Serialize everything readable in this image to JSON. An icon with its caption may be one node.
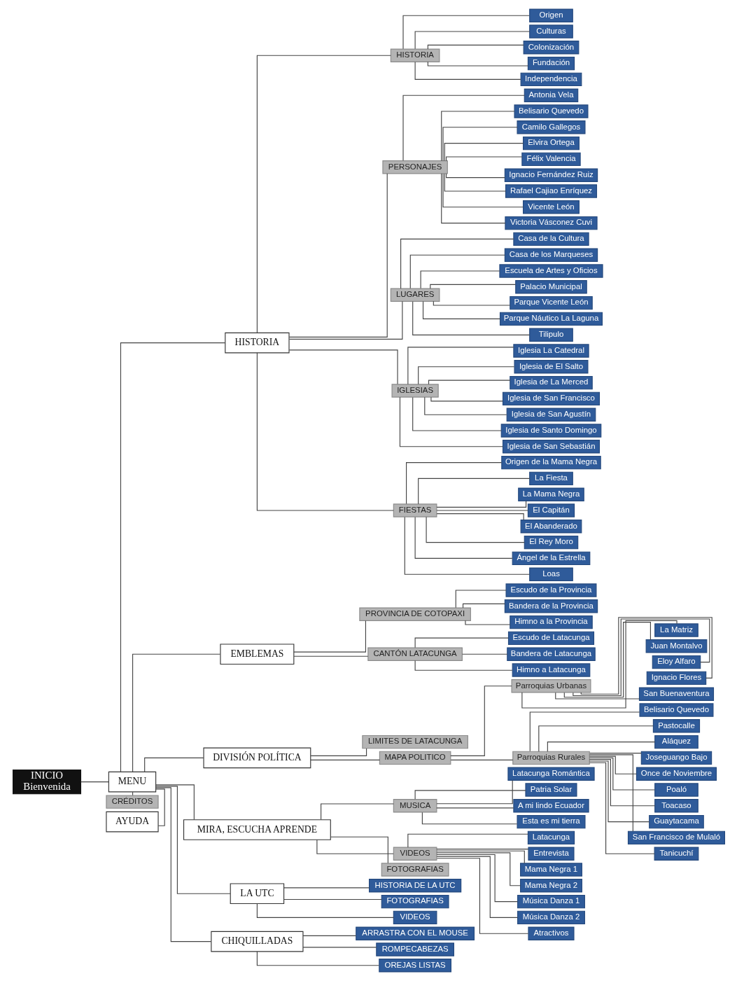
{
  "diagram": {
    "nodes": [
      {
        "text": [
          "INICIO",
          "Bienvenida"
        ]
      },
      {
        "text": [
          "AYUDA"
        ]
      },
      {
        "text": [
          "MENU"
        ]
      },
      {
        "text": [
          "CRÉDITOS"
        ]
      },
      {
        "text": [
          "HISTORIA"
        ]
      },
      {
        "text": [
          "HISTORIA"
        ]
      },
      {
        "text": [
          "Origen"
        ]
      },
      {
        "text": [
          "Culturas"
        ]
      },
      {
        "text": [
          "Colonización"
        ]
      },
      {
        "text": [
          "Fundación"
        ]
      },
      {
        "text": [
          "Independencia"
        ]
      },
      {
        "text": [
          "PERSONAJES"
        ]
      },
      {
        "text": [
          "Antonia Vela"
        ]
      },
      {
        "text": [
          "Belisario Quevedo"
        ]
      },
      {
        "text": [
          "Camilo Gallegos"
        ]
      },
      {
        "text": [
          "Elvira Ortega"
        ]
      },
      {
        "text": [
          "Félix Valencia"
        ]
      },
      {
        "text": [
          "Ignacio Fernández Ruiz"
        ]
      },
      {
        "text": [
          "Rafael Cajiao Enríquez"
        ]
      },
      {
        "text": [
          "Vicente León"
        ]
      },
      {
        "text": [
          "Victoria Vásconez Cuvi"
        ]
      },
      {
        "text": [
          "LUGARES"
        ]
      },
      {
        "text": [
          "Casa de la Cultura"
        ]
      },
      {
        "text": [
          "Casa de los Marqueses"
        ]
      },
      {
        "text": [
          "Escuela de Artes y Oficios"
        ]
      },
      {
        "text": [
          "Palacio Municipal"
        ]
      },
      {
        "text": [
          "Parque Vicente León"
        ]
      },
      {
        "text": [
          "Parque Náutico La Laguna"
        ]
      },
      {
        "text": [
          "Tilipulo"
        ]
      },
      {
        "text": [
          "IGLESIAS"
        ]
      },
      {
        "text": [
          "Iglesia La Catedral"
        ]
      },
      {
        "text": [
          "Iglesia de El Salto"
        ]
      },
      {
        "text": [
          "Iglesia de La Merced"
        ]
      },
      {
        "text": [
          "Iglesia de San Francisco"
        ]
      },
      {
        "text": [
          "Iglesia de San Agustín"
        ]
      },
      {
        "text": [
          "Iglesia de Santo Domingo"
        ]
      },
      {
        "text": [
          "Iglesia de San Sebastián"
        ]
      },
      {
        "text": [
          "FIESTAS"
        ]
      },
      {
        "text": [
          "Origen de la Mama Negra"
        ]
      },
      {
        "text": [
          "La Fiesta"
        ]
      },
      {
        "text": [
          "La Mama Negra"
        ]
      },
      {
        "text": [
          "El Capitán"
        ]
      },
      {
        "text": [
          "El Abanderado"
        ]
      },
      {
        "text": [
          "El Rey Moro"
        ]
      },
      {
        "text": [
          "Ángel de la Estrella"
        ]
      },
      {
        "text": [
          "Loas"
        ]
      },
      {
        "text": [
          "EMBLEMAS"
        ]
      },
      {
        "text": [
          "PROVINCIA DE COTOPAXI"
        ]
      },
      {
        "text": [
          "Escudo de la Provincia"
        ]
      },
      {
        "text": [
          "Bandera de la Provincia"
        ]
      },
      {
        "text": [
          "Himno a la Provincia"
        ]
      },
      {
        "text": [
          "CANTÓN LATACUNGA"
        ]
      },
      {
        "text": [
          "Escudo de Latacunga"
        ]
      },
      {
        "text": [
          "Bandera de Latacunga"
        ]
      },
      {
        "text": [
          "Himno a Latacunga"
        ]
      },
      {
        "text": [
          "DIVISIÓN POLÍTICA"
        ]
      },
      {
        "text": [
          "LIMITES DE LATACUNGA"
        ]
      },
      {
        "text": [
          "MAPA POLITICO"
        ]
      },
      {
        "text": [
          "Parroquias Urbanas"
        ]
      },
      {
        "text": [
          "La Matriz"
        ]
      },
      {
        "text": [
          "Juan Montalvo"
        ]
      },
      {
        "text": [
          "Eloy Alfaro"
        ]
      },
      {
        "text": [
          "Ignacio Flores"
        ]
      },
      {
        "text": [
          "San Buenaventura"
        ]
      },
      {
        "text": [
          "Parroquias Rurales"
        ]
      },
      {
        "text": [
          "Belisario Quevedo"
        ]
      },
      {
        "text": [
          "Pastocalle"
        ]
      },
      {
        "text": [
          "Aláquez"
        ]
      },
      {
        "text": [
          "Joseguango Bajo"
        ]
      },
      {
        "text": [
          "Once de Noviembre"
        ]
      },
      {
        "text": [
          "Poaló"
        ]
      },
      {
        "text": [
          "Toacaso"
        ]
      },
      {
        "text": [
          "Guaytacama"
        ]
      },
      {
        "text": [
          "San Francisco de Mulaló"
        ]
      },
      {
        "text": [
          "Tanicuchí"
        ]
      },
      {
        "text": [
          "MIRA, ESCUCHA APRENDE"
        ]
      },
      {
        "text": [
          "MUSICA"
        ]
      },
      {
        "text": [
          "Latacunga Romántica"
        ]
      },
      {
        "text": [
          "Patria Solar"
        ]
      },
      {
        "text": [
          "A mi lindo Ecuador"
        ]
      },
      {
        "text": [
          "Esta es mi tierra"
        ]
      },
      {
        "text": [
          "VIDEOS"
        ]
      },
      {
        "text": [
          "Latacunga"
        ]
      },
      {
        "text": [
          "Entrevista"
        ]
      },
      {
        "text": [
          "Mama Negra 1"
        ]
      },
      {
        "text": [
          "Mama Negra 2"
        ]
      },
      {
        "text": [
          "Música Danza 1"
        ]
      },
      {
        "text": [
          "Música Danza 2"
        ]
      },
      {
        "text": [
          "Atractivos"
        ]
      },
      {
        "text": [
          "FOTOGRAFIAS"
        ]
      },
      {
        "text": [
          "LA UTC"
        ]
      },
      {
        "text": [
          "HISTORIA DE LA UTC"
        ]
      },
      {
        "text": [
          "FOTOGRAFIAS"
        ]
      },
      {
        "text": [
          "VIDEOS"
        ]
      },
      {
        "text": [
          "CHIQUILLADAS"
        ]
      },
      {
        "text": [
          "ARRASTRA CON EL MOUSE"
        ]
      },
      {
        "text": [
          "ROMPECABEZAS"
        ]
      },
      {
        "text": [
          "OREJAS LISTAS"
        ]
      }
    ],
    "edges": [
      {
        "from": 0,
        "to": 2,
        "arrow": "none"
      },
      {
        "from": 2,
        "to": 1,
        "arrow": "none"
      },
      {
        "from": 2,
        "to": 3,
        "arrow": "none"
      },
      {
        "from": 2,
        "to": 4,
        "arrow": "none"
      },
      {
        "from": 4,
        "to": 5,
        "arrow": "none"
      },
      {
        "from": 5,
        "to": 6,
        "arrow": "none"
      },
      {
        "from": 5,
        "to": 7,
        "arrow": "none"
      },
      {
        "from": 5,
        "to": 8,
        "arrow": "none"
      },
      {
        "from": 5,
        "to": 9,
        "arrow": "none"
      },
      {
        "from": 5,
        "to": 10,
        "arrow": "none"
      },
      {
        "from": 4,
        "to": 11,
        "arrow": "none"
      },
      {
        "from": 11,
        "to": 12,
        "arrow": "none"
      },
      {
        "from": 11,
        "to": 13,
        "arrow": "none"
      },
      {
        "from": 11,
        "to": 14,
        "arrow": "none"
      },
      {
        "from": 11,
        "to": 15,
        "arrow": "none"
      },
      {
        "from": 11,
        "to": 16,
        "arrow": "none"
      },
      {
        "from": 11,
        "to": 17,
        "arrow": "none"
      },
      {
        "from": 11,
        "to": 18,
        "arrow": "none"
      },
      {
        "from": 11,
        "to": 19,
        "arrow": "none"
      },
      {
        "from": 11,
        "to": 20,
        "arrow": "none"
      },
      {
        "from": 4,
        "to": 21,
        "arrow": "none"
      },
      {
        "from": 21,
        "to": 22,
        "arrow": "none"
      },
      {
        "from": 21,
        "to": 23,
        "arrow": "none"
      },
      {
        "from": 21,
        "to": 24,
        "arrow": "none"
      },
      {
        "from": 21,
        "to": 25,
        "arrow": "none"
      },
      {
        "from": 21,
        "to": 26,
        "arrow": "none"
      },
      {
        "from": 21,
        "to": 27,
        "arrow": "none"
      },
      {
        "from": 21,
        "to": 28,
        "arrow": "none"
      },
      {
        "from": 4,
        "to": 29,
        "arrow": "none"
      },
      {
        "from": 29,
        "to": 30,
        "arrow": "none"
      },
      {
        "from": 29,
        "to": 31,
        "arrow": "none"
      },
      {
        "from": 29,
        "to": 32,
        "arrow": "none"
      },
      {
        "from": 29,
        "to": 33,
        "arrow": "none"
      },
      {
        "from": 29,
        "to": 34,
        "arrow": "none"
      },
      {
        "from": 29,
        "to": 35,
        "arrow": "none"
      },
      {
        "from": 29,
        "to": 36,
        "arrow": "none"
      },
      {
        "from": 4,
        "to": 37,
        "arrow": "none"
      },
      {
        "from": 37,
        "to": 38,
        "arrow": "none"
      },
      {
        "from": 37,
        "to": 39,
        "arrow": "none"
      },
      {
        "from": 37,
        "to": 40,
        "arrow": "none"
      },
      {
        "from": 37,
        "to": 41,
        "arrow": "none"
      },
      {
        "from": 37,
        "to": 42,
        "arrow": "none"
      },
      {
        "from": 37,
        "to": 43,
        "arrow": "none"
      },
      {
        "from": 37,
        "to": 44,
        "arrow": "none"
      },
      {
        "from": 37,
        "to": 45,
        "arrow": "none"
      },
      {
        "from": 2,
        "to": 46,
        "arrow": "none"
      },
      {
        "from": 46,
        "to": 47,
        "arrow": "none"
      },
      {
        "from": 47,
        "to": 48,
        "arrow": "none"
      },
      {
        "from": 47,
        "to": 49,
        "arrow": "none"
      },
      {
        "from": 47,
        "to": 50,
        "arrow": "none"
      },
      {
        "from": 46,
        "to": 51,
        "arrow": "none"
      },
      {
        "from": 51,
        "to": 52,
        "arrow": "none"
      },
      {
        "from": 51,
        "to": 53,
        "arrow": "none"
      },
      {
        "from": 51,
        "to": 54,
        "arrow": "none"
      },
      {
        "from": 2,
        "to": 55,
        "arrow": "none"
      },
      {
        "from": 55,
        "to": 56,
        "arrow": "none"
      },
      {
        "from": 55,
        "to": 57,
        "arrow": "none"
      },
      {
        "from": 57,
        "to": 58,
        "arrow": "none"
      },
      {
        "from": 58,
        "to": 59,
        "arrow": "none"
      },
      {
        "from": 58,
        "to": 60,
        "arrow": "none"
      },
      {
        "from": 58,
        "to": 61,
        "arrow": "none"
      },
      {
        "from": 58,
        "to": 62,
        "arrow": "none"
      },
      {
        "from": 58,
        "to": 63,
        "arrow": "none"
      },
      {
        "from": 57,
        "to": 64,
        "arrow": "none"
      },
      {
        "from": 64,
        "to": 65,
        "arrow": "none"
      },
      {
        "from": 64,
        "to": 66,
        "arrow": "none"
      },
      {
        "from": 64,
        "to": 67,
        "arrow": "none"
      },
      {
        "from": 64,
        "to": 68,
        "arrow": "none"
      },
      {
        "from": 64,
        "to": 69,
        "arrow": "none"
      },
      {
        "from": 64,
        "to": 70,
        "arrow": "none"
      },
      {
        "from": 64,
        "to": 71,
        "arrow": "none"
      },
      {
        "from": 64,
        "to": 72,
        "arrow": "none"
      },
      {
        "from": 64,
        "to": 73,
        "arrow": "none"
      },
      {
        "from": 64,
        "to": 74,
        "arrow": "none"
      },
      {
        "from": 2,
        "to": 75,
        "arrow": "none"
      },
      {
        "from": 75,
        "to": 76,
        "arrow": "none"
      },
      {
        "from": 76,
        "to": 77,
        "arrow": "none"
      },
      {
        "from": 76,
        "to": 78,
        "arrow": "none"
      },
      {
        "from": 76,
        "to": 79,
        "arrow": "none"
      },
      {
        "from": 76,
        "to": 80,
        "arrow": "none"
      },
      {
        "from": 75,
        "to": 81,
        "arrow": "none"
      },
      {
        "from": 81,
        "to": 82,
        "arrow": "none"
      },
      {
        "from": 81,
        "to": 83,
        "arrow": "none"
      },
      {
        "from": 81,
        "to": 84,
        "arrow": "none"
      },
      {
        "from": 81,
        "to": 85,
        "arrow": "none"
      },
      {
        "from": 81,
        "to": 86,
        "arrow": "none"
      },
      {
        "from": 81,
        "to": 87,
        "arrow": "none"
      },
      {
        "from": 81,
        "to": 88,
        "arrow": "none"
      },
      {
        "from": 75,
        "to": 89,
        "arrow": "none"
      },
      {
        "from": 2,
        "to": 90,
        "arrow": "none"
      },
      {
        "from": 90,
        "to": 91,
        "arrow": "none"
      },
      {
        "from": 90,
        "to": 92,
        "arrow": "none"
      },
      {
        "from": 90,
        "to": 93,
        "arrow": "none"
      },
      {
        "from": 2,
        "to": 94,
        "arrow": "none"
      },
      {
        "from": 94,
        "to": 95,
        "arrow": "none"
      },
      {
        "from": 94,
        "to": 96,
        "arrow": "none"
      },
      {
        "from": 94,
        "to": 97,
        "arrow": "none"
      }
    ]
  }
}
